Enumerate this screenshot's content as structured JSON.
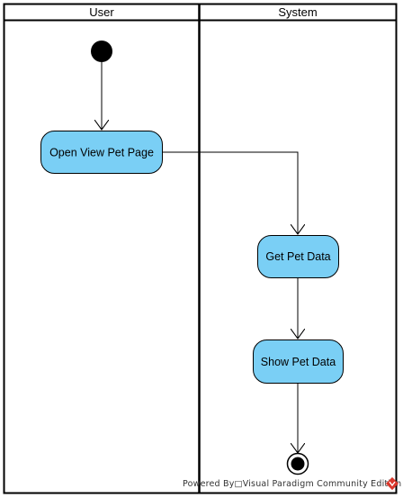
{
  "diagram": {
    "type": "activity",
    "swimlanes": [
      {
        "id": "user",
        "title": "User"
      },
      {
        "id": "system",
        "title": "System"
      }
    ],
    "nodes": [
      {
        "id": "start",
        "kind": "initial",
        "lane": "user"
      },
      {
        "id": "open-view-pet-page",
        "kind": "action",
        "lane": "user",
        "label": "Open View Pet Page"
      },
      {
        "id": "get-pet-data",
        "kind": "action",
        "lane": "system",
        "label": "Get Pet Data"
      },
      {
        "id": "show-pet-data",
        "kind": "action",
        "lane": "system",
        "label": "Show Pet Data"
      },
      {
        "id": "end",
        "kind": "final",
        "lane": "system"
      }
    ],
    "edges": [
      {
        "from": "start",
        "to": "open-view-pet-page"
      },
      {
        "from": "open-view-pet-page",
        "to": "get-pet-data"
      },
      {
        "from": "get-pet-data",
        "to": "show-pet-data"
      },
      {
        "from": "show-pet-data",
        "to": "end"
      }
    ]
  },
  "colors": {
    "action_fill": "#7ACFF5",
    "stroke": "#000000",
    "background": "#FFFFFF",
    "logo_red": "#D9372B"
  },
  "footer": {
    "text": "Powered By□Visual Paradigm Community Edition",
    "logo_icon": "visual-paradigm-logo-icon"
  }
}
